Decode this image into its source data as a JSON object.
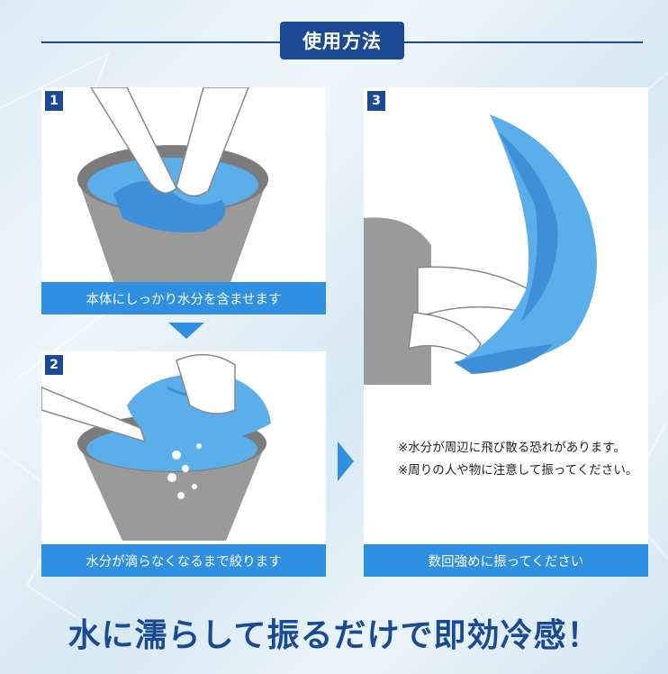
{
  "header": {
    "title": "使用方法"
  },
  "steps": [
    {
      "number": "1",
      "caption": "本体にしっかり水分を含ませます"
    },
    {
      "number": "2",
      "caption": "水分が滴らなくなるまで絞ります"
    },
    {
      "number": "3",
      "caption": "数回強めに振ってください"
    }
  ],
  "notes": [
    "※水分が周辺に飛び散る恐れがあります。",
    "※周りの人や物に注意して振ってください。"
  ],
  "slogan": "水に濡らして振るだけで即効冷感！",
  "colors": {
    "navy": "#1b4a95",
    "blue": "#2f8fe0",
    "towel": "#5aaeea",
    "bucket": "#9a9a9a"
  }
}
